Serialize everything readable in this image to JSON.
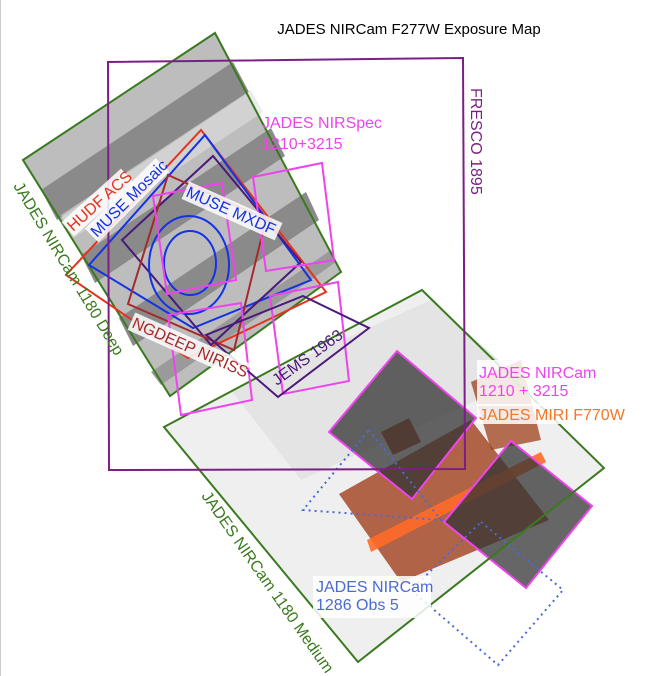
{
  "title": "JADES NIRCam F277W Exposure Map",
  "labels": {
    "fresco": "FRESCO 1895",
    "nirspec": [
      "JADES NIRSpec",
      "1210+3215"
    ],
    "deep": "JADES NIRCam 1180 Deep",
    "medium": "JADES NIRCam 1180 Medium",
    "hudf": "HUDF ACS",
    "muse_mosaic": "MUSE Mosaic",
    "muse_mxdf": "MUSE MXDF",
    "ngdeep": "NGDEEP NIRISS",
    "jems": "JEMS 1963",
    "nircam_1210": [
      "JADES NIRCam",
      "1210 + 3215"
    ],
    "miri": "JADES MIRI F770W",
    "nircam_1286": [
      "JADES NIRCam",
      "1286 Obs 5"
    ]
  },
  "colors": {
    "green": "#3a7a1e",
    "fresco": "#7b1f85",
    "magenta": "#ee44ee",
    "red": "#e8311e",
    "blue": "#1432e6",
    "jems": "#4b1a7a",
    "ngdeep": "#a52a2a",
    "miri": "#f07828",
    "nircam_1286": "#4a6ad8"
  }
}
